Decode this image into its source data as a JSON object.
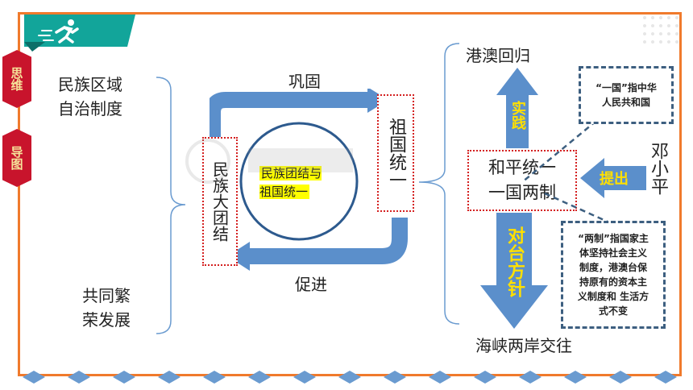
{
  "tags": {
    "siwei": "思维",
    "daotu": "导图"
  },
  "left": {
    "minzu_quyu": "民族区域\n自治制度",
    "gongtong": "共同繁\n荣发展"
  },
  "center": {
    "minzu_datuanjie": "民族大团结",
    "zuguo_tongyi": "祖国统一",
    "circle_text": "民族团结与\n祖国统一",
    "gonggu": "巩固",
    "cujin": "促进"
  },
  "right": {
    "gangao": "港澳回归",
    "shijian": "实践",
    "heping": "和平统一\n一国两制",
    "tichu": "提出",
    "dengxiaoping": "邓小平",
    "duitai": "对台方针",
    "haixia": "海峡两岸交往",
    "note_yiguo": "“一国”指中华\n人民共和国",
    "note_liangzhi": "“两制”指国家主\n体坚持社会主义\n制度，港澳台保\n持原有的资本主\n义制度和 生活方\n式不变"
  },
  "colors": {
    "frame": "#f07a2c",
    "arrow": "#5b8fcb",
    "tag": "#c8142c",
    "highlight": "#ffff00",
    "dotted": "#d42020",
    "teal": "#12a59a"
  }
}
